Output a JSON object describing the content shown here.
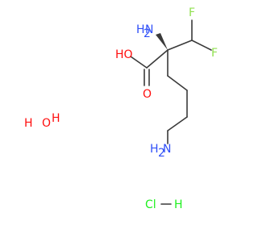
{
  "molecule": {
    "atoms": {
      "nh2_top": {
        "label": "H",
        "label2": "N",
        "sub": "2",
        "color": "#3050f8"
      },
      "ho": {
        "label": "HO",
        "color": "#ff0d0d"
      },
      "o": {
        "label": "O",
        "color": "#ff0d0d"
      },
      "f_top": {
        "label": "F",
        "color": "#90e050"
      },
      "f_right": {
        "label": "F",
        "color": "#90e050"
      },
      "nh2_bottom": {
        "label": "H",
        "label2": "N",
        "sub": "2",
        "color": "#3050f8"
      }
    },
    "water": {
      "h": "H",
      "o": "O",
      "h2": "H",
      "color": "#ff0d0d"
    },
    "salt": {
      "cl": "Cl",
      "dash": "—",
      "h": "H",
      "color": "#1ff01f"
    },
    "bond_color": "#3a3a3a"
  }
}
